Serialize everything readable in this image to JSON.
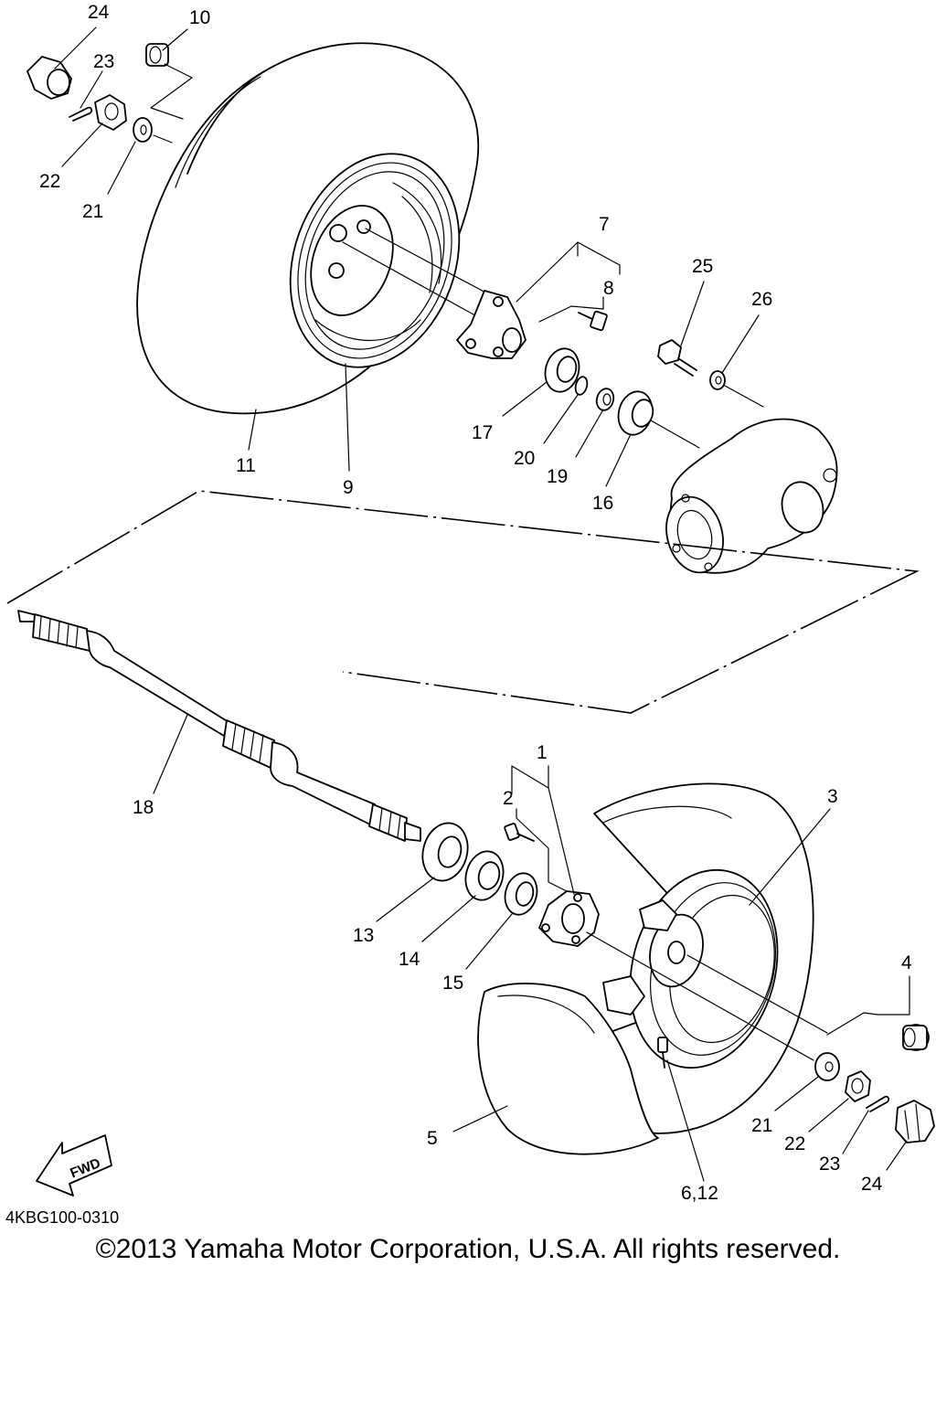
{
  "diagram": {
    "code": "4KBG100-0310",
    "copyright": "©2013 Yamaha Motor Corporation, U.S.A. All rights reserved.",
    "fwd_label": "FWD",
    "callouts": {
      "c1": "1",
      "c2": "2",
      "c3": "3",
      "c4": "4",
      "c5": "5",
      "c612": "6,12",
      "c7": "7",
      "c8": "8",
      "c9": "9",
      "c10": "10",
      "c11": "11",
      "c13": "13",
      "c14": "14",
      "c15": "15",
      "c16": "16",
      "c17": "17",
      "c18": "18",
      "c19": "19",
      "c20": "20",
      "c21a": "21",
      "c22a": "22",
      "c23a": "23",
      "c24a": "24",
      "c21b": "21",
      "c22b": "22",
      "c23b": "23",
      "c24b": "24",
      "c25": "25",
      "c26": "26"
    }
  }
}
